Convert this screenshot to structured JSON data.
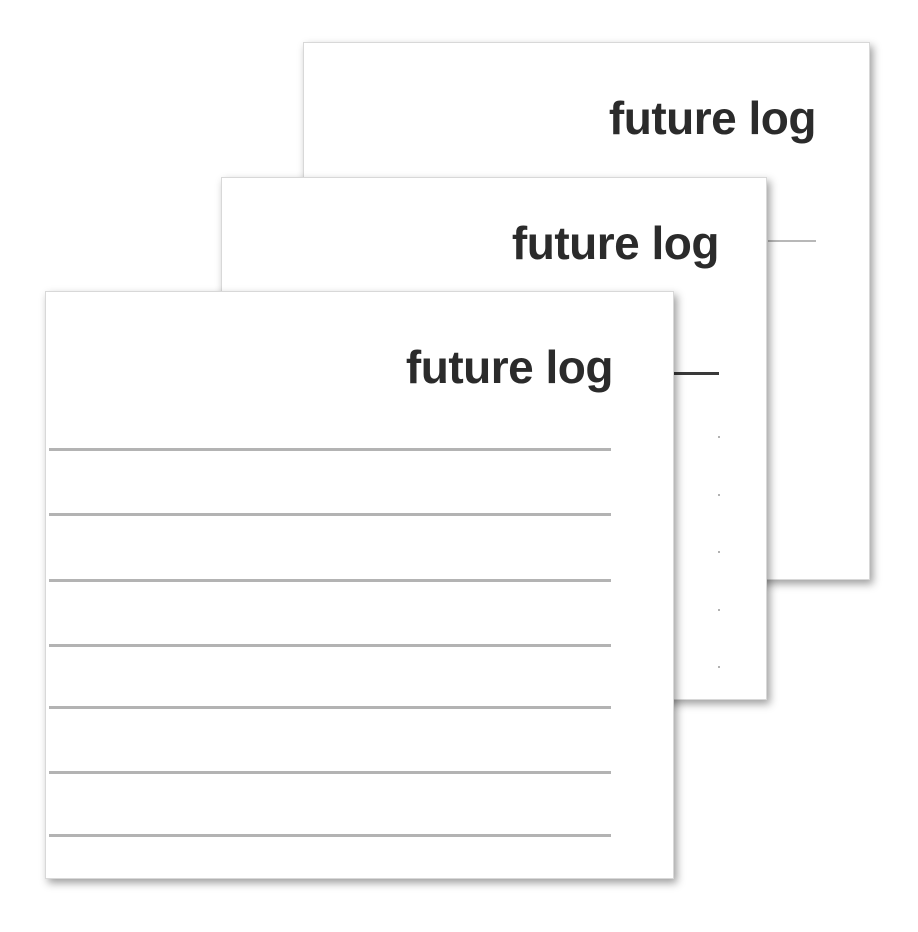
{
  "pages": {
    "back": {
      "title": "future log"
    },
    "middle": {
      "title": "future log"
    },
    "front": {
      "title": "future log",
      "ruled_lines": 7
    }
  }
}
